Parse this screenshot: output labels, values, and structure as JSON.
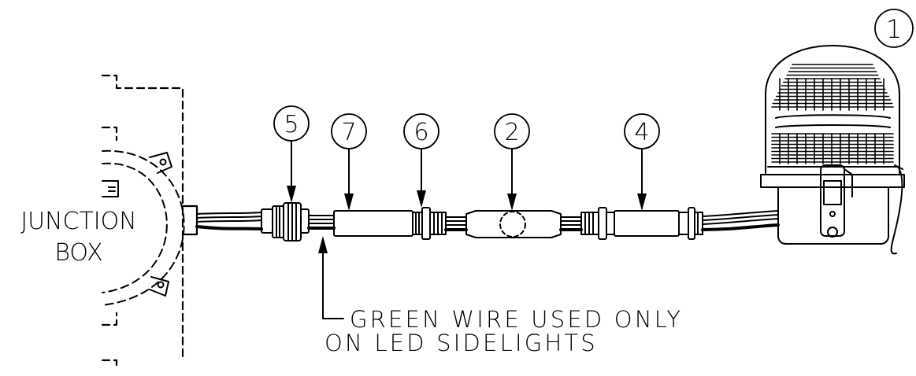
{
  "diagram": {
    "background": "#ffffff",
    "ink": "#000000",
    "junction_box": {
      "line1": "JUNCTION",
      "line2": "BOX"
    },
    "callouts": {
      "light_fixture": "1",
      "inline_component": "2",
      "cable_right": "4",
      "cable_gland": "5",
      "connector_middle": "6",
      "cable_left": "7"
    },
    "note": {
      "line1": "GREEN WIRE USED ONLY",
      "line2": "ON LED SIDELIGHTS"
    }
  }
}
